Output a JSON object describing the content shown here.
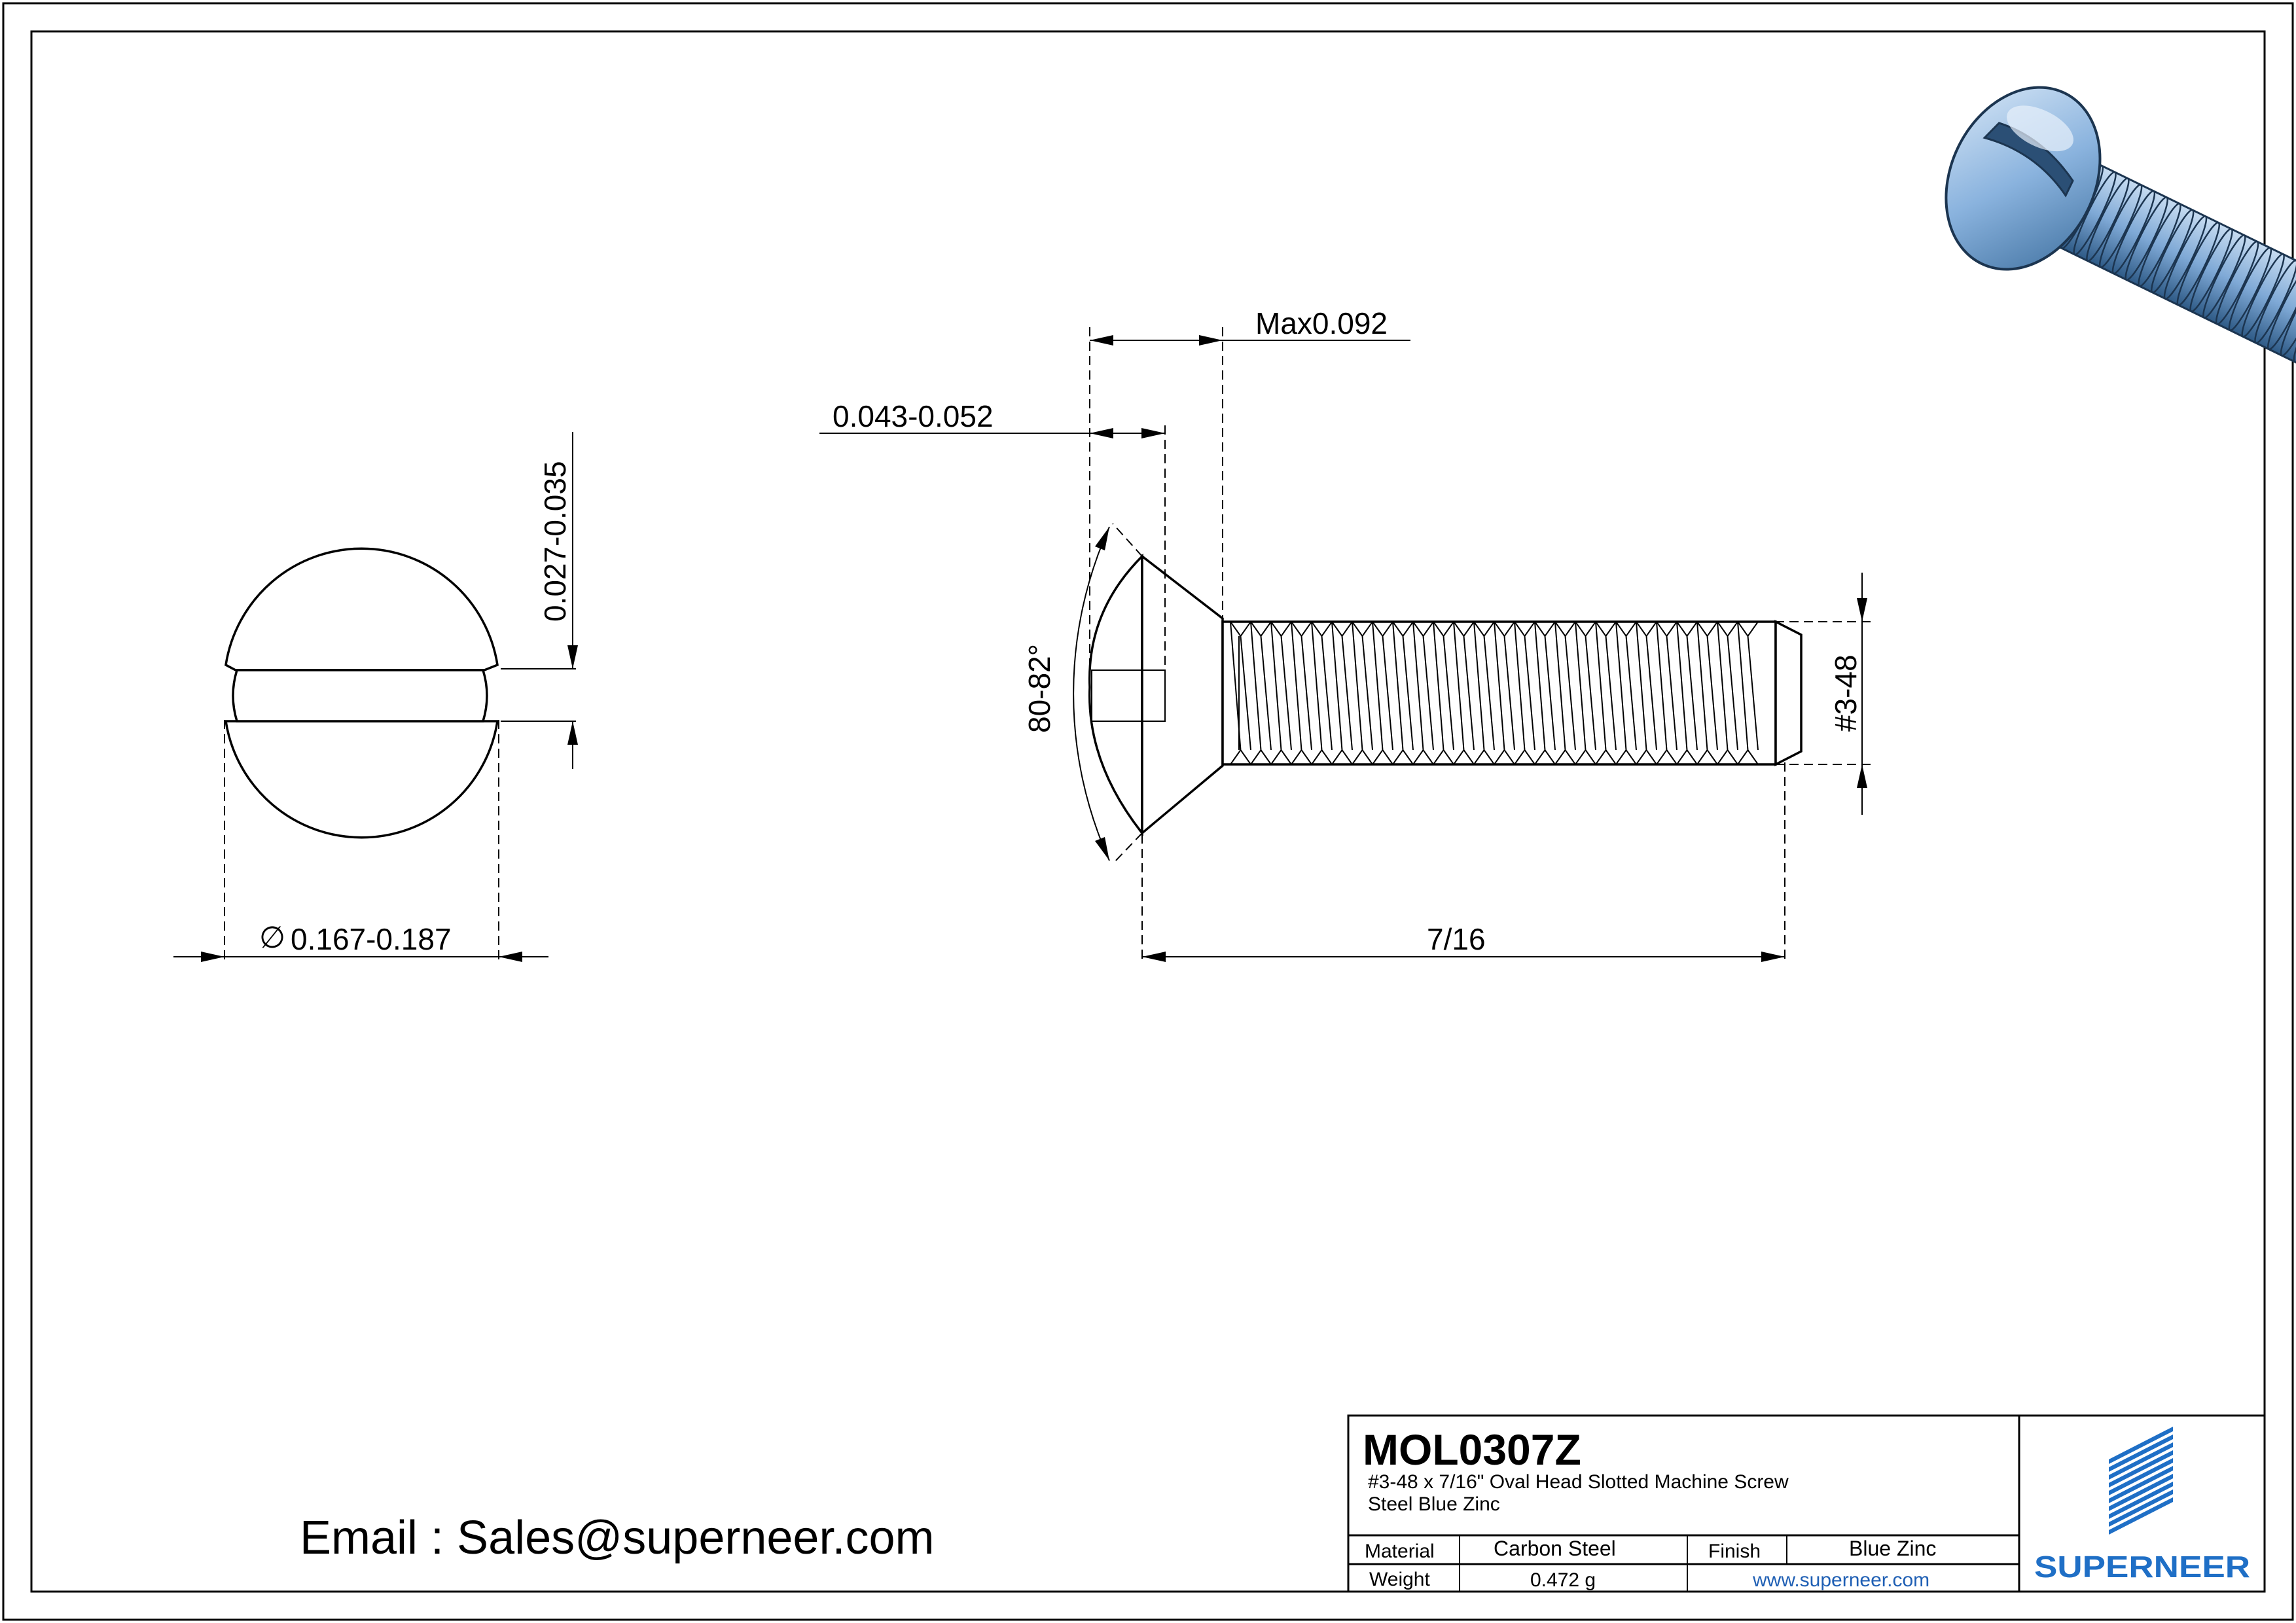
{
  "dimensions": {
    "slot_width": "0.027-0.035",
    "head_diameter": "0.167-0.187",
    "diameter_symbol": "∅",
    "head_height_max": "Max0.092",
    "slot_depth": "0.043-0.052",
    "head_angle": "80-82°",
    "thread_size": "#3-48",
    "length": "7/16"
  },
  "contact": {
    "email_text": "Email : Sales@superneer.com"
  },
  "title_block": {
    "part_number": "MOL0307Z",
    "description_line1": "#3-48 x 7/16\" Oval Head Slotted Machine Screw",
    "description_line2": "Steel Blue Zinc",
    "material_label": "Material",
    "material_value": "Carbon Steel",
    "finish_label": "Finish",
    "finish_value": "Blue Zinc",
    "weight_label": "Weight",
    "weight_value": "0.472 g",
    "website": "www.superneer.com",
    "logo_text": "SUPERNEER"
  },
  "colors": {
    "line": "#000000",
    "logo_blue": "#1f6fc6",
    "render_blue": "#7fa9d6",
    "website_blue": "#1f5fb4"
  },
  "icons": {
    "logo": "superneer-stripes-logo",
    "render": "screw-3d-render"
  }
}
